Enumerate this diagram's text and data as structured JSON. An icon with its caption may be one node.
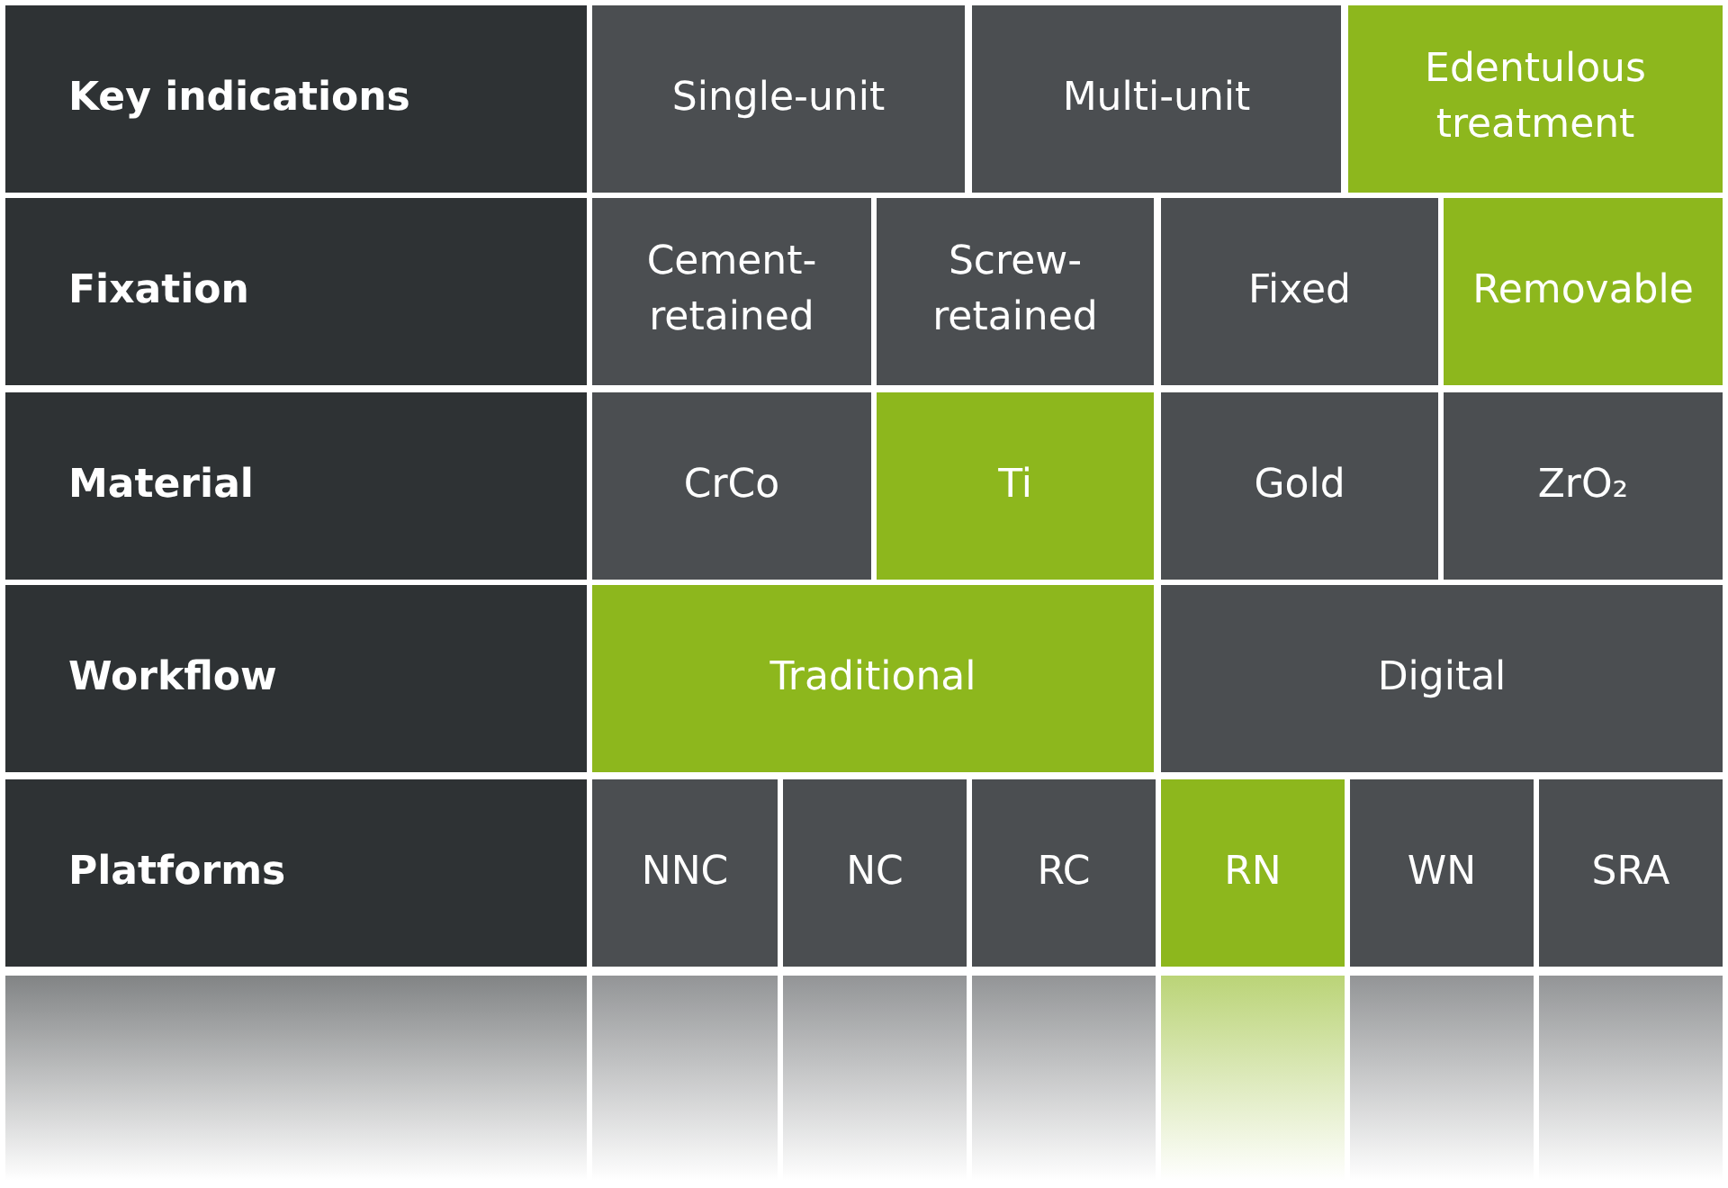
{
  "diagram": {
    "nodes": [
      {
        "text": [
          "Key indications"
        ]
      },
      {
        "text": [
          "Single-unit"
        ]
      },
      {
        "text": [
          "Multi-unit"
        ]
      },
      {
        "text": [
          "Edentulous treatment"
        ]
      },
      {
        "text": [
          "Fixation"
        ]
      },
      {
        "text": [
          "Cement-retained"
        ]
      },
      {
        "text": [
          "Screw-retained"
        ]
      },
      {
        "text": [
          "Fixed"
        ]
      },
      {
        "text": [
          "Removable"
        ]
      },
      {
        "text": [
          "Material"
        ]
      },
      {
        "text": [
          "CrCo"
        ]
      },
      {
        "text": [
          "Ti"
        ]
      },
      {
        "text": [
          "Gold"
        ]
      },
      {
        "text": [
          "ZrO₂"
        ]
      },
      {
        "text": [
          "Workflow"
        ]
      },
      {
        "text": [
          "Traditional"
        ]
      },
      {
        "text": [
          "Digital"
        ]
      },
      {
        "text": [
          "Platforms"
        ]
      },
      {
        "text": [
          "NNC"
        ]
      },
      {
        "text": [
          "NC"
        ]
      },
      {
        "text": [
          "RC"
        ]
      },
      {
        "text": [
          "RN"
        ]
      },
      {
        "text": [
          "WN"
        ]
      },
      {
        "text": [
          "SRA"
        ]
      }
    ]
  }
}
